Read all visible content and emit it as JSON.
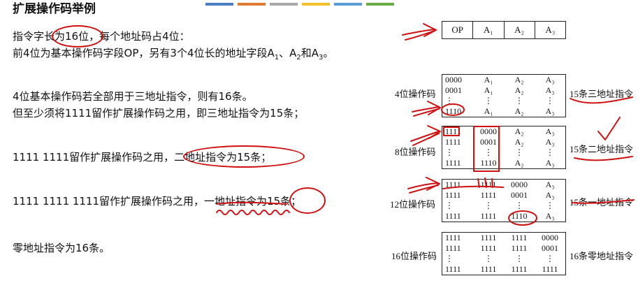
{
  "title": "扩展操作码举例",
  "color_bar": [
    "#4a7ec4",
    "#e07a30",
    "#a8a8a8",
    "#f2c029",
    "#5b9bd5",
    "#6aab46"
  ],
  "left": {
    "line1a": "指令字长为",
    "line1b": "16位",
    "line1c": "，每个地址码占4位：",
    "line2a": "前4位为基本操作码字段OP，另有3个4位长的地址字段A",
    "line2b": "1",
    "line2c": "、A",
    "line2d": "2",
    "line2e": "和A",
    "line2f": "3",
    "line2g": "。",
    "line3": "4位基本操作码若全部用于三地址指令，则有16条。",
    "line4": "但至少须将1111留作扩展操作码之用，即三地址指令为15条；",
    "line5a": "1111 1111留作扩展操作码之用，",
    "line5b": "二地址指令为15条；",
    "line6a": "1111 1111 1111留作扩展操作码之用，一地址指令为",
    "line6b": "15条",
    "line6c": "；",
    "line7": "零地址指令为16条。"
  },
  "format": {
    "cells": [
      "OP",
      "A₁",
      "A₂",
      "A₃"
    ]
  },
  "blocks": [
    {
      "label": "4位操作码",
      "right_label": "15条三地址指令",
      "rows": [
        [
          "0000",
          "A₁",
          "A₂",
          "A₃"
        ],
        [
          "0001",
          "A₁",
          "A₂",
          "A₃"
        ],
        [
          "⋮",
          "⋮",
          "⋮",
          "⋮"
        ],
        [
          "1110",
          "A₁",
          "A₂",
          "A₃"
        ]
      ]
    },
    {
      "label": "8位操作码",
      "right_label": "15条二地址指令",
      "rows": [
        [
          "1111",
          "0000",
          "A₂",
          "A₃"
        ],
        [
          "1111",
          "0001",
          "A₂",
          "A₃"
        ],
        [
          "⋮",
          "⋮",
          "⋮",
          "⋮"
        ],
        [
          "1111",
          "1110",
          "A₂",
          "A₃"
        ]
      ]
    },
    {
      "label": "12位操作码",
      "right_label": "15条一地址指令",
      "rows": [
        [
          "1111",
          "1111",
          "0000",
          "A₃"
        ],
        [
          "1111",
          "1111",
          "0001",
          "A₃"
        ],
        [
          "⋮",
          "⋮",
          "⋮",
          "⋮"
        ],
        [
          "1111",
          "1111",
          "1110",
          "A₃"
        ]
      ]
    },
    {
      "label": "16位操作码",
      "right_label": "16条零地址指令",
      "rows": [
        [
          "1111",
          "1111",
          "1111",
          "0000"
        ],
        [
          "1111",
          "1111",
          "1111",
          "0001"
        ],
        [
          "⋮",
          "⋮",
          "⋮",
          "⋮"
        ],
        [
          "1111",
          "1111",
          "1111",
          "1111"
        ]
      ]
    }
  ]
}
